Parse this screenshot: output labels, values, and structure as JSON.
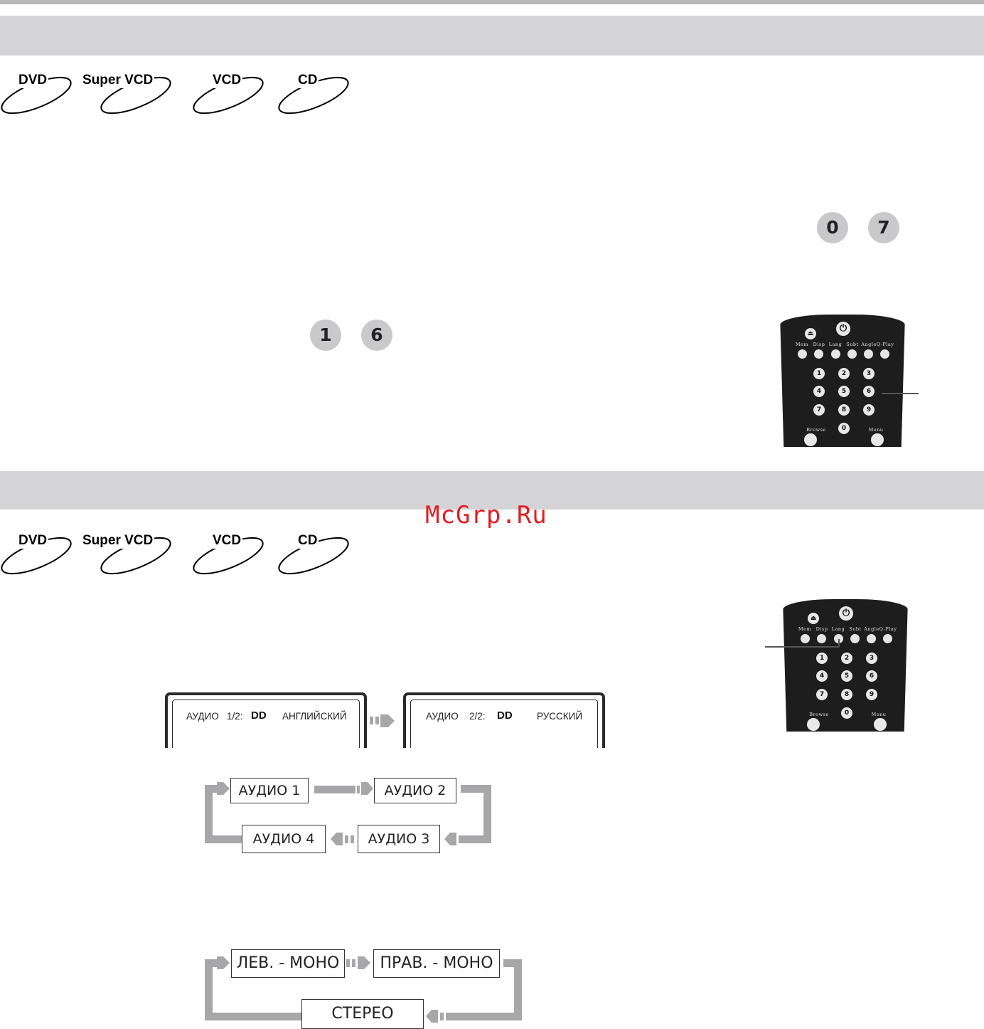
{
  "disc_types": [
    "DVD",
    "Super VCD",
    "VCD",
    "CD"
  ],
  "number_keys": {
    "top_pair": [
      "0",
      "7"
    ],
    "middle_pair": [
      "1",
      "6"
    ]
  },
  "remote": {
    "function_labels": [
      "Mem",
      "Disp",
      "Lang",
      "Subt",
      "Angle",
      "Q-Play"
    ],
    "digits": [
      "1",
      "2",
      "3",
      "4",
      "5",
      "6",
      "7",
      "8",
      "9",
      "0"
    ],
    "bottom_labels": [
      "Browse",
      "Menu"
    ],
    "power_symbol": "⏻",
    "eject_symbol": "⏏"
  },
  "osd_screens": [
    {
      "audio_label": "АУДИО",
      "track": "1/2:",
      "dolby": "DD",
      "language": "АНГЛИЙСКИЙ"
    },
    {
      "audio_label": "АУДИО",
      "track": "2/2:",
      "dolby": "DD",
      "language": "РУССКИЙ"
    }
  ],
  "audio_cycle": [
    "АУДИО 1",
    "АУДИО 2",
    "АУДИО 3",
    "АУДИО 4"
  ],
  "channel_cycle": [
    "ЛЕВ. - МОНО",
    "ПРАВ. - МОНО",
    "СТЕРЕО"
  ],
  "watermark": "McGrp.Ru",
  "colors": {
    "band": "#d4d4d6",
    "arrow_gray": "#a7a7a9",
    "number_key": "#c9c9cb",
    "remote_body": "#1d1d1d",
    "watermark": "#e31e24"
  }
}
